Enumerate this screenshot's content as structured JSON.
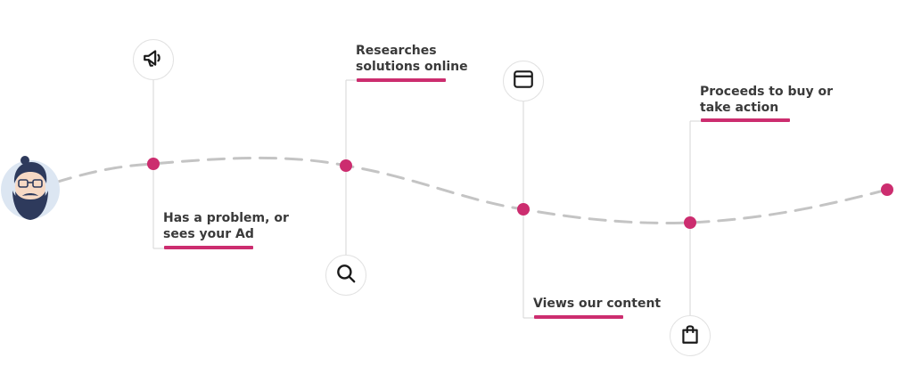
{
  "colors": {
    "accent": "#cc2d6f",
    "path": "#c4c4c4",
    "connector": "#d6d6d6",
    "text": "#3a3a3a",
    "avatar_bg": "#dce6f2",
    "avatar_hair": "#2e3a5c"
  },
  "journey": {
    "avatar": {
      "icon": "bearded-man-avatar"
    },
    "steps": [
      {
        "label": "Has a problem, or\nsees your Ad",
        "icon": "megaphone-icon"
      },
      {
        "label": "Researches\nsolutions online",
        "icon": "search-icon"
      },
      {
        "label": "Views our content",
        "icon": "browser-window-icon"
      },
      {
        "label": "Proceeds to buy or\ntake action",
        "icon": "shopping-bag-icon"
      }
    ],
    "end_marker": {
      "icon": "end-dot"
    }
  }
}
